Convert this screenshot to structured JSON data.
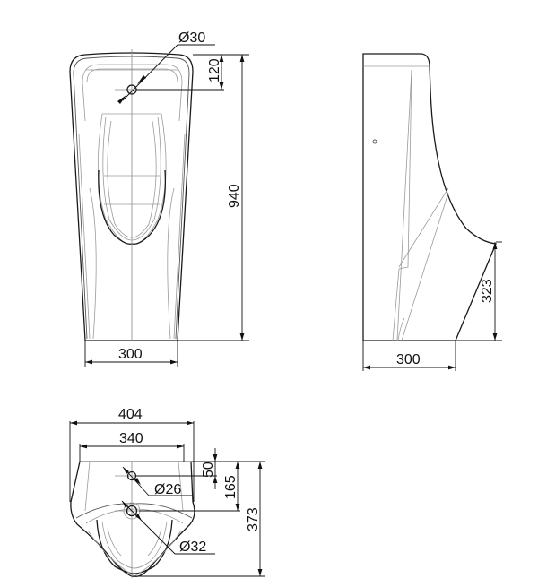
{
  "drawing": {
    "type": "technical drawing - urinal dimensions",
    "units": "mm",
    "views": {
      "front": {
        "label_hole_diameter": "Ø30",
        "label_hole_offset": "120",
        "label_height": "940",
        "label_width": "300"
      },
      "side": {
        "label_depth": "300",
        "label_lip_height": "323"
      },
      "top": {
        "label_overall_width": "404",
        "label_inner_width": "340",
        "label_offset_50": "50",
        "label_offset_165": "165",
        "label_depth": "373",
        "label_inlet_diameter": "Ø26",
        "label_outlet_diameter": "Ø32"
      }
    }
  },
  "colors": {
    "outline": "#1a1a1a",
    "hidden_lines": "#9a9a9a",
    "background": "#ffffff"
  }
}
